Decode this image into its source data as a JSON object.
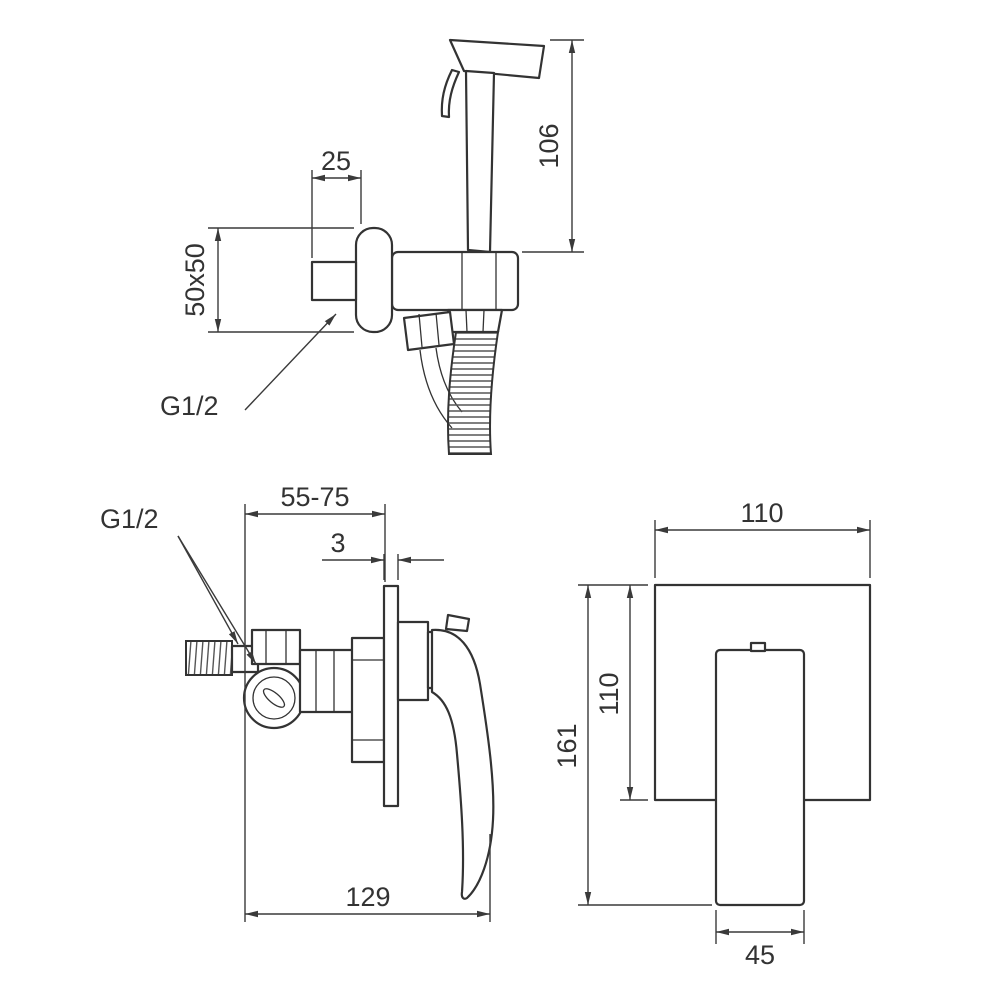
{
  "style": {
    "background": "#ffffff",
    "line_color": "#333333",
    "dim_color": "#3a3a3a"
  },
  "drawing": {
    "top_view": {
      "dim_height": "106",
      "dim_offset": "25",
      "dim_plate": "50x50",
      "thread_label": "G1/2"
    },
    "side_view": {
      "thread_label": "G1/2",
      "dim_depth_range": "55-75",
      "dim_plate_thickness": "3",
      "dim_total_depth": "129"
    },
    "front_view": {
      "dim_width": "110",
      "dim_plate_height": "110",
      "dim_total_height": "161",
      "dim_handle_width": "45"
    }
  }
}
